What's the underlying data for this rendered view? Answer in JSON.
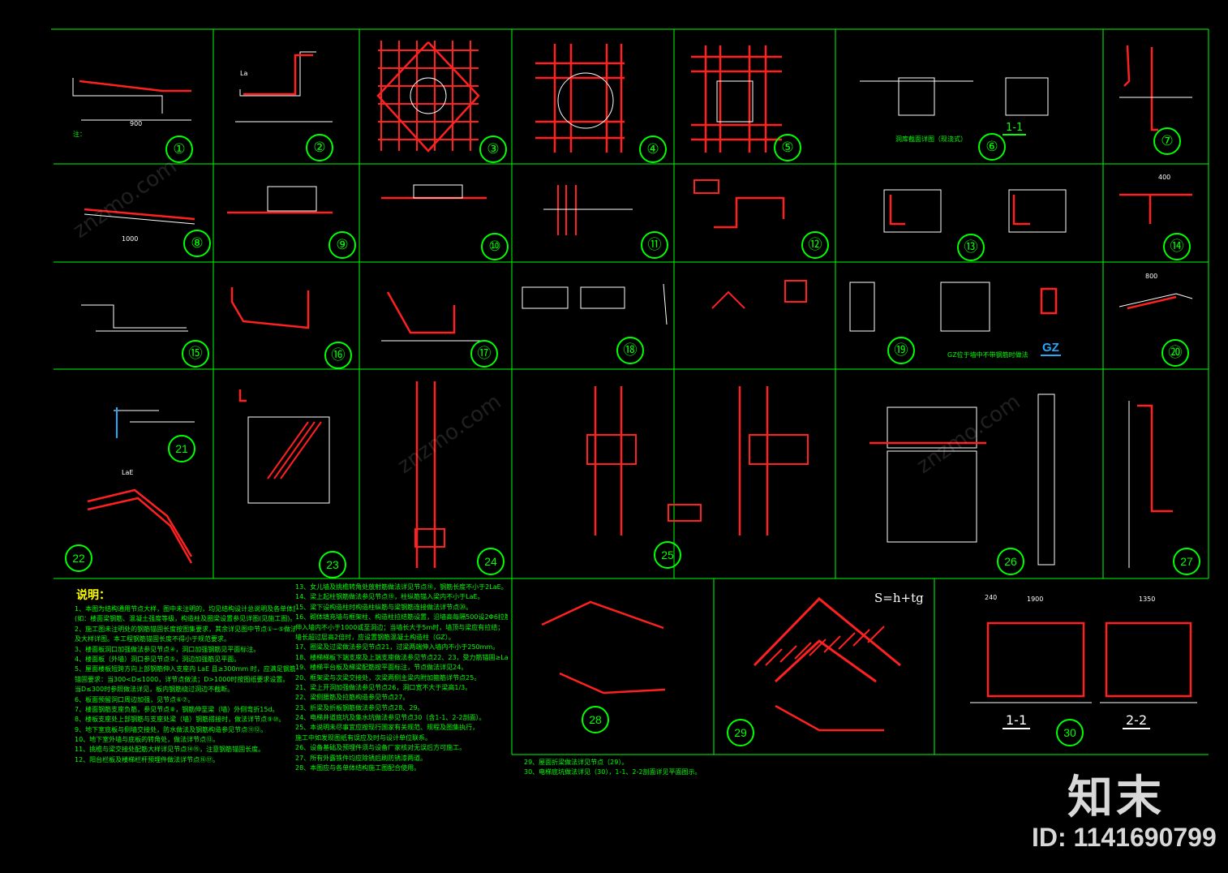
{
  "colors": {
    "background": "#000000",
    "grid": "#00ff00",
    "rebar": "#ff2020",
    "dimension": "#ffffff",
    "annotation": "#00ff00",
    "title": "#ffff00",
    "accent": "#22aaff"
  },
  "details": [
    {
      "num": "①"
    },
    {
      "num": "②"
    },
    {
      "num": "③"
    },
    {
      "num": "④"
    },
    {
      "num": "⑤"
    },
    {
      "num": "⑥"
    },
    {
      "num": "⑦"
    },
    {
      "num": "⑧"
    },
    {
      "num": "⑨"
    },
    {
      "num": "⑩"
    },
    {
      "num": "⑪"
    },
    {
      "num": "⑫"
    },
    {
      "num": "⑬"
    },
    {
      "num": "⑭"
    },
    {
      "num": "⑮"
    },
    {
      "num": "⑯"
    },
    {
      "num": "⑰"
    },
    {
      "num": "⑱"
    },
    {
      "num": "⑲"
    },
    {
      "num": "⑳"
    },
    {
      "num": "21"
    },
    {
      "num": "22"
    },
    {
      "num": "23"
    },
    {
      "num": "24"
    },
    {
      "num": "25"
    },
    {
      "num": "26"
    },
    {
      "num": "27"
    },
    {
      "num": "28"
    },
    {
      "num": "29"
    },
    {
      "num": "30"
    }
  ],
  "labels": {
    "gz": "GZ",
    "section_1": "1-1",
    "section_1b": "1-1",
    "section_2": "2-2",
    "formula": "S=h+tg",
    "note_1_title": "注：",
    "cap_6": "洞库截面详图（现浇式）",
    "cap_19": "GZ位于墙中不带钢筋时做法",
    "dim_900": "900",
    "dim_1000": "1000",
    "dim_800": "800",
    "dim_400": "400",
    "dim_240": "240",
    "dim_1900": "1900",
    "dim_1350": "1350",
    "dim_lae": "LaE",
    "dim_la": "La"
  },
  "notes": {
    "title": "说明：",
    "col1": [
      "1、本图为结构通用节点大样，图中未注明的，均见结构设计总说明及各单体施工图。",
      "   (如：楼面梁钢筋、混凝土强度等级，构造柱及圈梁设置参见详图(见施工图)。",
      "2、施工图未注明处的钢筋锚固长度按图集要求，其余详见图中节点①~⑤做法说明，",
      "   及大样详图。本工程钢筋锚固长度不得小于规范要求。",
      "3、楼面板洞口加强做法参见节点④，洞口加强钢筋见平面标注。",
      "4、楼面板（外墙）洞口参见节点⑤，洞边加强筋见平面。",
      "5、屋面楼板短跨方向上部钢筋伸入支座内 LaE 且≥300mm 时，应满足钢筋",
      "   锚固要求：当300<D≤1000，详节点做法；D>1000时按图纸要求设置。",
      "   当D≤300时参照做法详见，板内钢筋绕过洞边不截断。",
      "6、板面预留洞口周边加强，见节点⑥⑦。",
      "7、楼面钢筋支座负筋，参见节点⑧，钢筋伸至梁（墙）外侧弯折15d。",
      "8、楼板支座处上部钢筋与支座处梁（墙）钢筋搭接时，做法详节点⑨⑩。",
      "9、地下室底板与侧墙交接处，防水做法及钢筋构造参见节点⑪⑫。",
      "10、地下室外墙与底板的转角处，做法详节点⑬。",
      "11、挑檐与梁交接处配筋大样详见节点⑭⑮，注意钢筋锚固长度。",
      "12、阳台栏板及楼梯栏杆预埋件做法详节点⑯⑰。"
    ],
    "col2": [
      "13、女儿墙及挑檐转角处放射筋做法详见节点⑱，钢筋长度不小于2LaE。",
      "14、梁上起柱钢筋做法参见节点⑲，柱纵筋锚入梁内不小于LaE。",
      "15、梁下设构造柱时构造柱纵筋与梁钢筋连接做法详节点⑳。",
      "16、砌体填充墙与框架柱、构造柱拉结筋设置，沿墙高每隔500设2Φ6拉筋，",
      "   伸入墙内不小于1000或至洞边；当墙长大于5m时，墙顶与梁应有拉结；",
      "   墙长超过层高2倍时，应设置钢筋混凝土构造柱（GZ）。",
      "17、圈梁及过梁做法参见节点21，过梁两端伸入墙内不小于250mm。",
      "18、楼梯梯板下端支座及上端支座做法参见节点22、23，受力筋锚固≥LaE。",
      "19、楼梯平台板及梯梁配筋按平面标注，节点做法详见24。",
      "20、框架梁与次梁交接处，次梁两侧主梁内附加箍筋详节点25。",
      "21、梁上开洞加强做法参见节点26，洞口宽不大于梁高1/3。",
      "22、梁侧腰筋及拉筋构造参见节点27。",
      "23、折梁及折板钢筋做法参见节点28、29。",
      "24、电梯井道底坑及集水坑做法参见节点30（含1-1、2-2剖面）。",
      "25、本说明未尽事宜应按现行国家有关规范、规程及图集执行，",
      "   施工中如发现图纸有误应及时与设计单位联系。",
      "26、设备基础及预埋件须与设备厂家核对无误后方可施工。",
      "27、所有外露铁件均应除锈后刷防锈漆两道。",
      "28、本图应与各单体结构施工图配合使用。"
    ],
    "col3": [
      "29、屋面折梁做法详见节点（29）。",
      "30、电梯底坑做法详见（30），1-1、2-2剖面详见平面图示。"
    ]
  },
  "watermark": {
    "logo": "知末",
    "id": "ID: 1141690799",
    "faint": "znzmo.com"
  }
}
